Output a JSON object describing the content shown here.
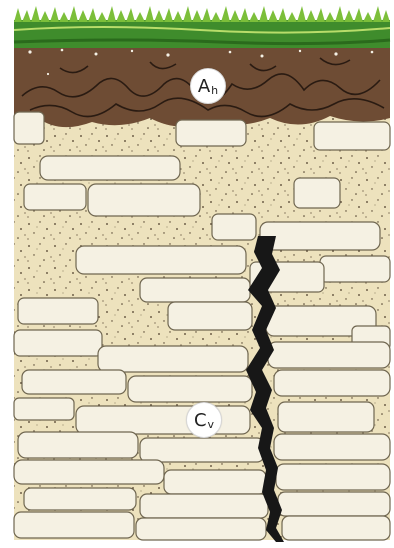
{
  "horizons": [
    {
      "id": "Ah",
      "main": "A",
      "sub": "h"
    },
    {
      "id": "Cv",
      "main": "C",
      "sub": "v"
    }
  ],
  "colors": {
    "grass": "#3e8a2a",
    "grass_light": "#7cbf3a",
    "humus": "#6b4a33",
    "subsoil": "#ece0b9",
    "rock": "#f4f0e2",
    "crack": "#151515"
  }
}
